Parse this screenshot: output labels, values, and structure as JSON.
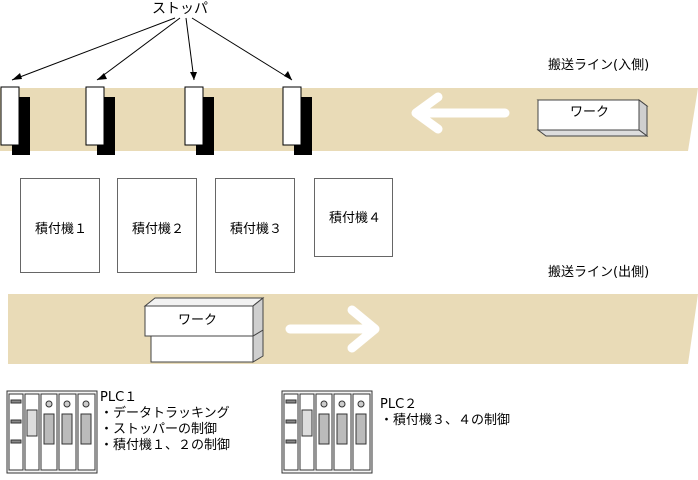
{
  "stopper_label": "ストッパ",
  "infeed_line_label": "搬送ライン(入側)",
  "outfeed_line_label": "搬送ライン(出側)",
  "workpiece_label": "ワーク",
  "stackers": [
    "積付機１",
    "積付機２",
    "積付機３",
    "積付機４"
  ],
  "plc1": {
    "name": "PLC１",
    "roles": [
      "・データトラッキング",
      "・ストッパーの制御",
      "・積付機１、２の制御"
    ]
  },
  "plc2": {
    "name": "PLC２",
    "roles": [
      "・積付機３、４の制御"
    ]
  },
  "colors": {
    "conveyor": "#e9dbb7",
    "arrow": "#ffffff",
    "stopper_shadow": "#000000"
  }
}
